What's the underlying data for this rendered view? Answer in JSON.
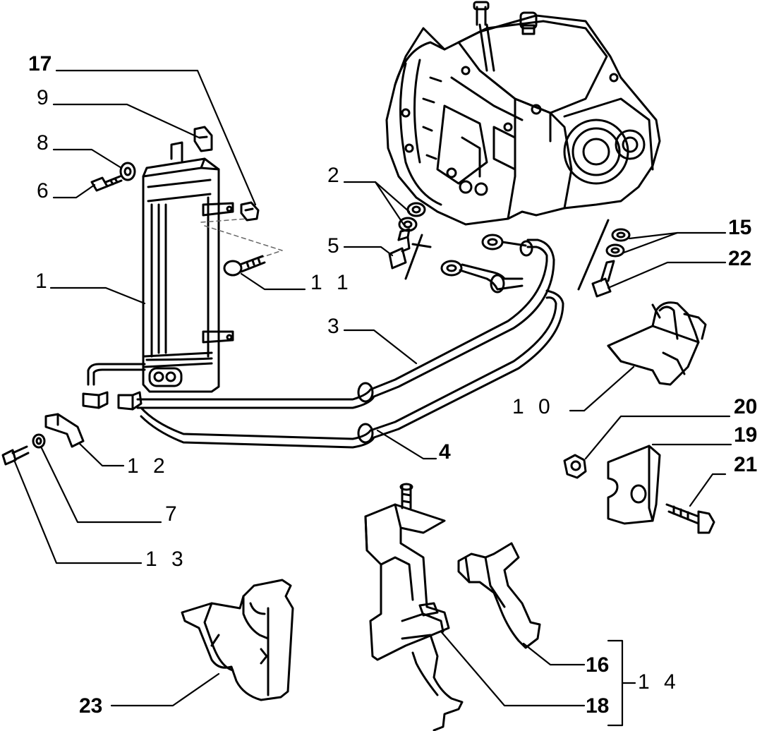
{
  "colors": {
    "ink": "#000000",
    "paper": "#ffffff",
    "dash": "#666666"
  },
  "callouts": {
    "c1": "1",
    "c2": "2",
    "c3": "3",
    "c4": "4",
    "c5": "5",
    "c6": "6",
    "c7": "7",
    "c8": "8",
    "c9": "9",
    "c10": "1 0",
    "c11": "1 1",
    "c12": "1 2",
    "c13": "1 3",
    "c14": "1 4",
    "c15": "15",
    "c16": "16",
    "c17": "17",
    "c18": "18",
    "c19": "19",
    "c20": "20",
    "c21": "21",
    "c22": "22",
    "c23": "23"
  },
  "parts": [
    {
      "id": "oil-cooler"
    },
    {
      "id": "copper-washer"
    },
    {
      "id": "upper-pipe"
    },
    {
      "id": "lower-pipe"
    },
    {
      "id": "banjo-bolt"
    },
    {
      "id": "bolt"
    },
    {
      "id": "washer"
    },
    {
      "id": "washer"
    },
    {
      "id": "clip"
    },
    {
      "id": "pipe-bracket"
    },
    {
      "id": "screw"
    },
    {
      "id": "small-clip"
    },
    {
      "id": "bolt"
    },
    {
      "id": "bracket-kit"
    },
    {
      "id": "copper-washer"
    },
    {
      "id": "pipe-clamp"
    },
    {
      "id": "clip"
    },
    {
      "id": "mounting-bracket"
    },
    {
      "id": "clamp-plate"
    },
    {
      "id": "nut"
    },
    {
      "id": "bolt"
    },
    {
      "id": "banjo-bolt"
    },
    {
      "id": "double-clamp"
    }
  ]
}
